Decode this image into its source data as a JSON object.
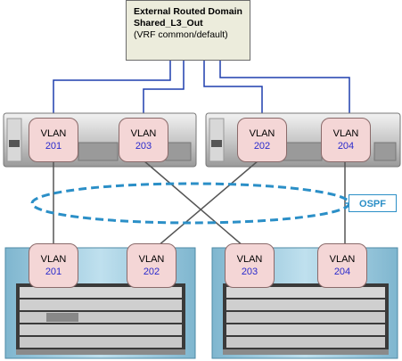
{
  "domain": {
    "line1": "External Routed Domain",
    "line2": "Shared_L3_Out",
    "line3": "(VRF common/default)"
  },
  "vlans": {
    "top": [
      {
        "label": "VLAN",
        "number": "201"
      },
      {
        "label": "VLAN",
        "number": "203"
      },
      {
        "label": "VLAN",
        "number": "202"
      },
      {
        "label": "VLAN",
        "number": "204"
      }
    ],
    "bottom": [
      {
        "label": "VLAN",
        "number": "201"
      },
      {
        "label": "VLAN",
        "number": "202"
      },
      {
        "label": "VLAN",
        "number": "203"
      },
      {
        "label": "VLAN",
        "number": "204"
      }
    ]
  },
  "ospf_label": "OSPF",
  "colors": {
    "uplink": "#1f3fae",
    "link": "#5a5a5a",
    "ospf": "#2b8fc7",
    "vlan_fill": "#f4d6d6"
  }
}
